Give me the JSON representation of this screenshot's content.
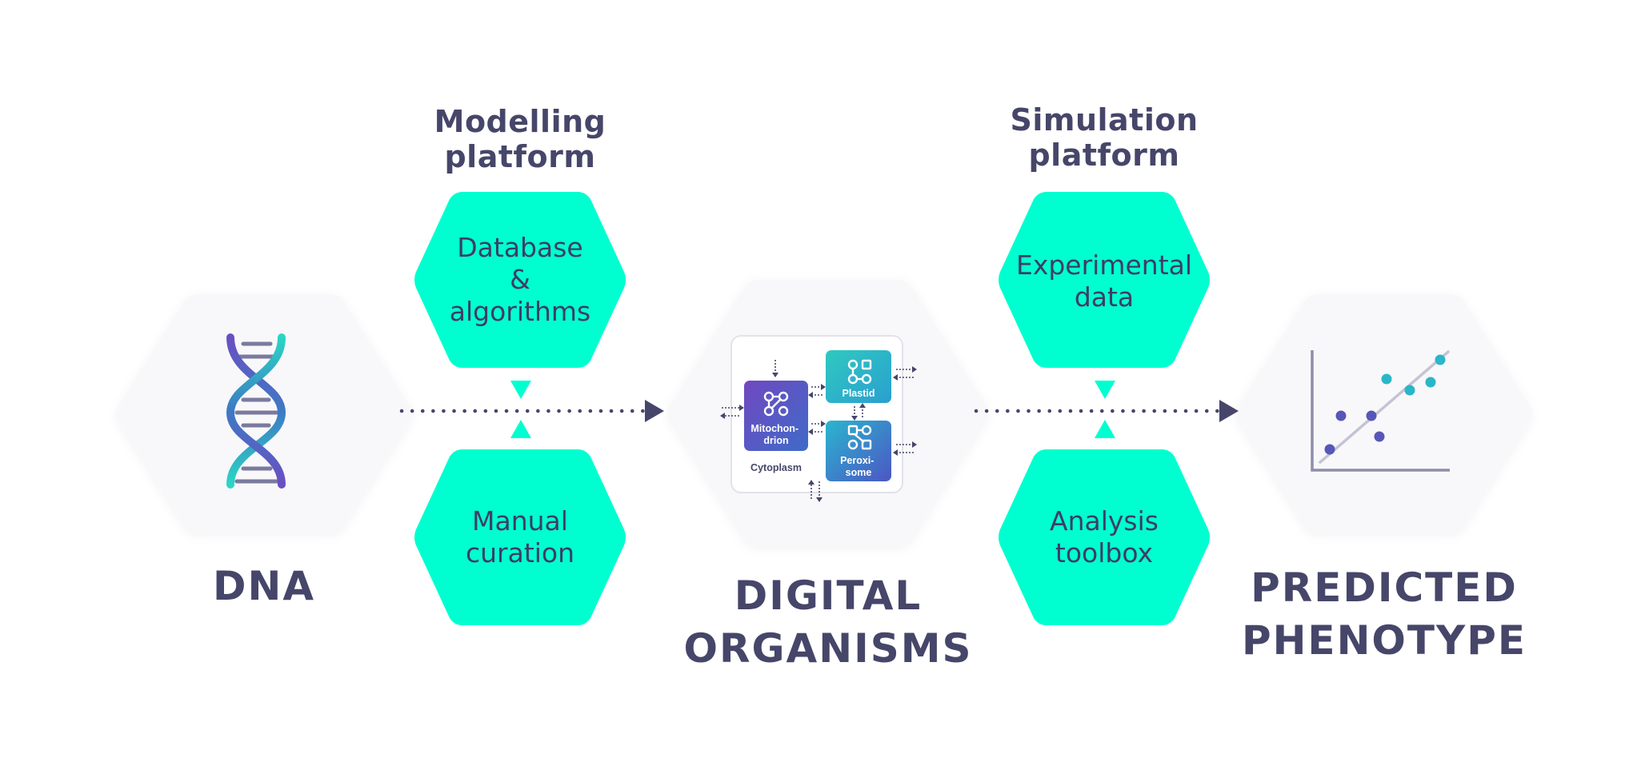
{
  "colors": {
    "mint": "#00ffd0",
    "navy": "#46466a",
    "hex_bg": "#f8f8fa",
    "purple": "#6a4fc2",
    "teal": "#2ec0c0",
    "blue": "#3e79c4"
  },
  "stages": {
    "dna": {
      "label": "DNA",
      "icon": "dna-helix-icon"
    },
    "digital": {
      "label_lines": [
        "DIGITAL",
        "ORGANISMS"
      ]
    },
    "predicted": {
      "label_lines": [
        "PREDICTED",
        "PHENOTYPE"
      ],
      "icon": "scatter-plot-icon"
    }
  },
  "modelling": {
    "heading_lines": [
      "Modelling",
      "platform"
    ],
    "top_lines": [
      "Database",
      "&",
      "algorithms"
    ],
    "bottom_lines": [
      "Manual",
      "curation"
    ]
  },
  "simulation": {
    "heading_lines": [
      "Simulation",
      "platform"
    ],
    "top_lines": [
      "Experimental",
      "data"
    ],
    "bottom_lines": [
      "Analysis",
      "toolbox"
    ]
  },
  "cell": {
    "mitochondrion": "Mitochon-drion",
    "mito_lines": [
      "Mitochon-",
      "drion"
    ],
    "plastid": "Plastid",
    "peroxisome_lines": [
      "Peroxi-",
      "some"
    ],
    "cytoplasm": "Cytoplasm"
  }
}
